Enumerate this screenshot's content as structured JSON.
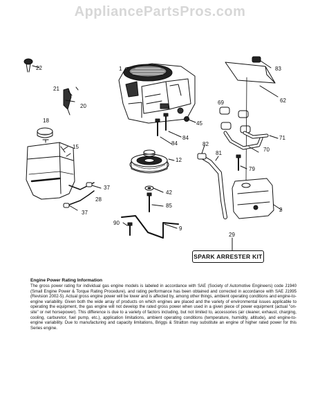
{
  "watermark": "AppliancePartsPros.com",
  "callouts": {
    "c1": "1",
    "c2": "2",
    "c9": "9",
    "c12": "12",
    "c15": "15",
    "c18": "18",
    "c20": "20",
    "c21": "21",
    "c22": "22",
    "c28": "28",
    "c29": "29",
    "c37a": "37",
    "c37b": "37",
    "c42": "42",
    "c45": "45",
    "c62": "62",
    "c69": "69",
    "c70": "70",
    "c71": "71",
    "c79": "79",
    "c81": "81",
    "c82": "82",
    "c83": "83",
    "c84a": "84",
    "c84b": "84",
    "c85": "85",
    "c90": "90"
  },
  "kit_label": "SPARK ARRESTER KIT",
  "info": {
    "title": "Engine Power Rating Information",
    "body": "The gross power rating for individual gas engine models is labeled in accordance with SAE (Society of Automotive Engineers) code J1940 (Small Engine Power & Torque Rating Procedure), and rating performance has been obtained and corrected in accordance with SAE J1995 (Revision 2002-5). Actual gross engine power will be lower and is affected by, among other things, ambient operating conditions and engine-to-engine variability. Given both the wide array of products on which engines are placed and the variety of environmental issues applicable to operating the equipment, the gas engine will not develop the rated gross power when used in a given piece of power equipment (actual \"on-site\" or net horsepower). This difference is due to a variety of factors including, but not limited to, accessories (air cleaner, exhaust, charging, cooling, carburetor, fuel pump, etc.), application limitations, ambient operating conditions (temperature, humidity, altitude), and engine-to-engine variability. Due to manufacturing and capacity limitations, Briggs & Stratton may substitute an engine of higher rated power for this Series engine."
  }
}
